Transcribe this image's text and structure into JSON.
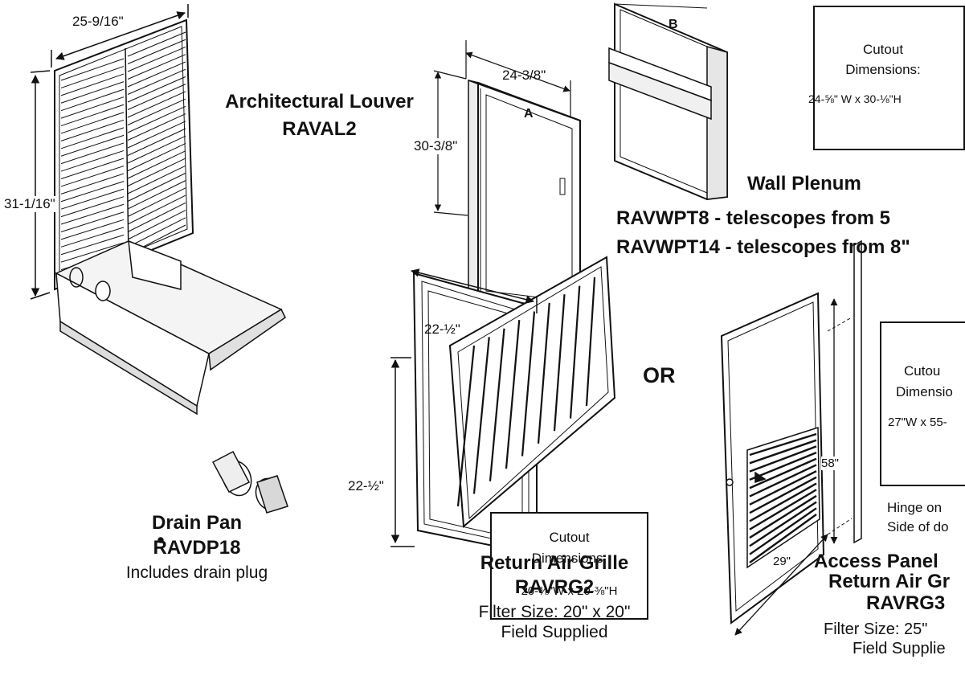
{
  "louver": {
    "title": "Architectural Louver",
    "model": "RAVAL2",
    "width_dim": "25-9/16\"",
    "height_dim": "31-1/16\""
  },
  "sleeve": {
    "width_dim": "24-3/8\"",
    "height_dim": "30-3/8\"",
    "label_a": "A"
  },
  "plenum": {
    "label_b": "B",
    "title": "Wall Plenum",
    "line1": "RAVWPT8 - telescopes from 5",
    "line2": "RAVWPT14 - telescopes from 8\"",
    "cutout_title1": "Cutout",
    "cutout_title2": "Dimensions:",
    "cutout_size": "24-⅝\" W x 30-⅛\"H"
  },
  "drain_pan": {
    "title": "Drain Pan",
    "model": "RAVDP18",
    "note": "Includes drain plug"
  },
  "return_grille": {
    "width_dim": "22-½\"",
    "height_dim": "22-½\"",
    "cutout_title1": "Cutout",
    "cutout_title2": "Dimensions:",
    "cutout_size": "20-⅜\"W x 20-⅜\"H",
    "title": "Return Air Grille",
    "model": "RAVRG2",
    "filter": "Filter Size: 20\" x 20\"",
    "supplied": "Field Supplied"
  },
  "or_label": "OR",
  "access_panel": {
    "height_dim": "58\"",
    "width_dim": "29\"",
    "cutout_title1": "Cutou",
    "cutout_title2": "Dimensio",
    "cutout_size": "27\"W x 55-",
    "hinge1": "Hinge on",
    "hinge2": "Side of do",
    "title1": "Access Panel",
    "title2": "Return Air Gr",
    "model": "RAVRG3",
    "filter": "Filter Size: 25\"",
    "supplied": "Field Supplie"
  },
  "colors": {
    "ink": "#111111",
    "paper": "#ffffff",
    "shade": "#d8d8d8"
  }
}
